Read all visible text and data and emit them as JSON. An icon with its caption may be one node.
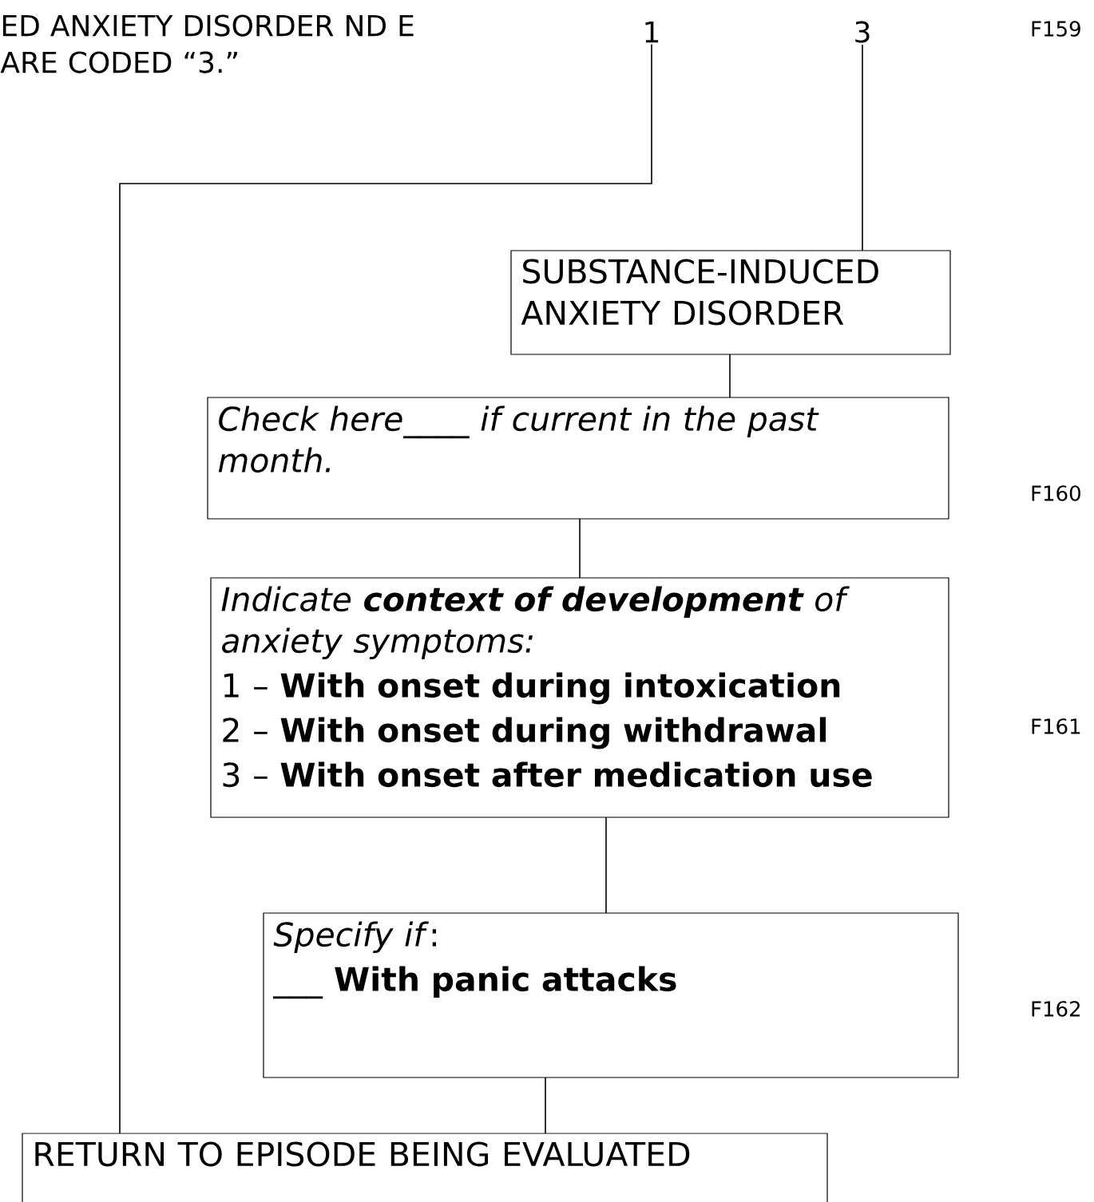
{
  "diagram": {
    "nodes": [
      {
        "text": [
          "1"
        ]
      },
      {
        "text": [
          "3"
        ]
      },
      {
        "text": [
          "SUBSTANCE-INDUCED ANXIETY DISORDER"
        ]
      },
      {
        "text": [
          "Check here____ if current in the past month."
        ]
      },
      {
        "text": [
          "Indicate **context of development** of anxiety symptoms:",
          "1 – **With onset during intoxication**",
          "2 – **With onset during withdrawal**",
          "3 – **With onset after medication use**"
        ]
      },
      {
        "text": [
          "*Specify if*:",
          "___ **With panic attacks**"
        ]
      },
      {
        "text": [
          "RETURN TO EPISODE BEING EVALUATED"
        ]
      }
    ],
    "edges": [
      {
        "from": 0,
        "to": 6,
        "arrow": "none"
      },
      {
        "from": 1,
        "to": 2,
        "arrow": "none"
      },
      {
        "from": 2,
        "to": 3,
        "arrow": "none"
      },
      {
        "from": 3,
        "to": 4,
        "arrow": "none"
      },
      {
        "from": 4,
        "to": 5,
        "arrow": "none"
      },
      {
        "from": 5,
        "to": 6,
        "arrow": "none"
      }
    ],
    "labels": [
      "ED ANXIETY DISORDER ND E ARE CODED “3.”",
      "F159",
      "F160",
      "F161",
      "F162"
    ]
  }
}
